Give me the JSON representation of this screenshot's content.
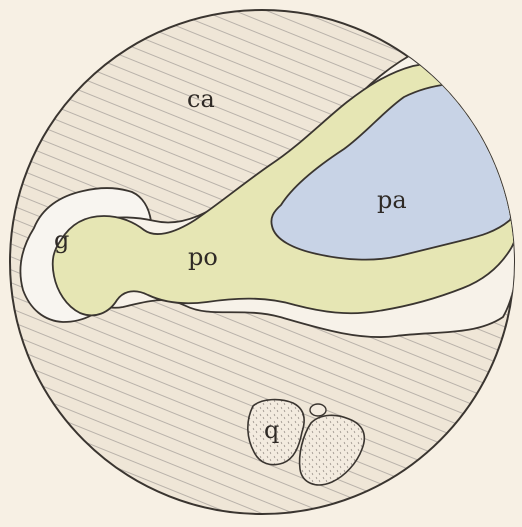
{
  "figure": {
    "labels": {
      "ca": "ca",
      "pa": "pa",
      "po": "po",
      "g": "g",
      "q": "q"
    },
    "colors": {
      "paper": "#f7f0e4",
      "outline": "#3a3530",
      "hatching": "#b9b2aa",
      "ca_matrix": "#efe6d7",
      "po_region": "#e6e6b4",
      "pa_region": "#c8d3e6",
      "quartz_fill": "#f3ebdf"
    }
  }
}
